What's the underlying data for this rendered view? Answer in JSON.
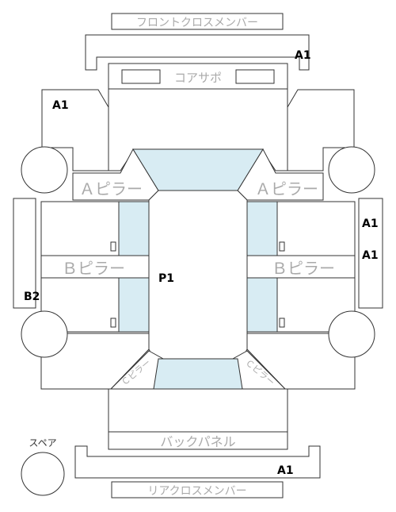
{
  "labels": {
    "front_cross_member": "フロントクロスメンバー",
    "core_support": "コアサポ",
    "a_pillar_left": "Ａピラー",
    "a_pillar_right": "Ａピラー",
    "b_pillar_left": "Ｂピラー",
    "b_pillar_right": "Ｂピラー",
    "back_panel": "バックパネル",
    "rear_cross_member": "リアクロスメンバー",
    "spare": "スペア",
    "c_pillar_left": "Ｃピラー",
    "c_pillar_right": "Ｃピラー"
  },
  "codes": {
    "front_member": "A1",
    "left_front_fender": "A1",
    "right_door_upper": "A1",
    "right_door_lower": "A1",
    "left_rear_quarter": "B2",
    "roof": "P1",
    "rear_member": "A1"
  },
  "colors": {
    "outline": "#333333",
    "glass": "#d8ecf3",
    "label": "#aaaaaa",
    "code": "#000000"
  }
}
